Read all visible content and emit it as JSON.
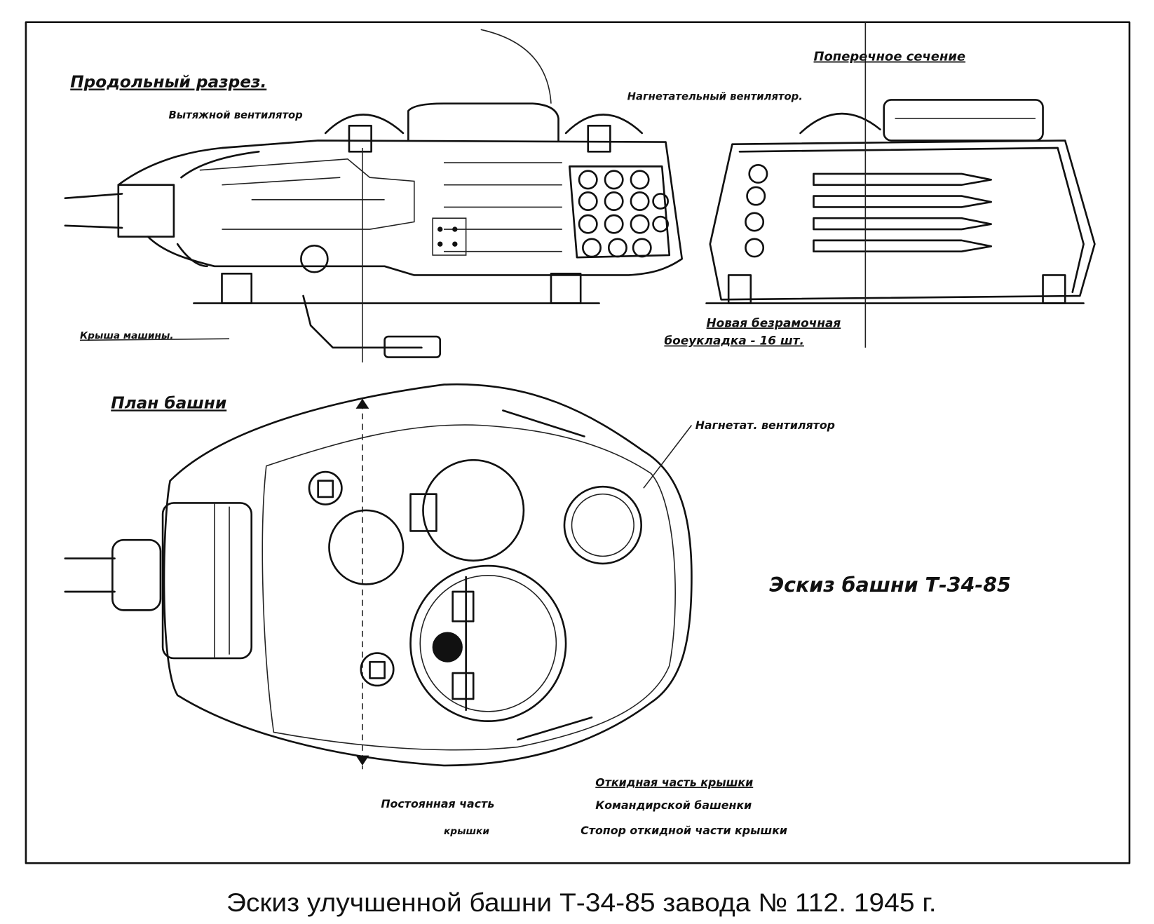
{
  "drawing": {
    "section_long_title": "Продольный разрез.",
    "exhaust_fan": "Вытяжной вентилятор",
    "supply_fan": "Нагнетательный вентилятор.",
    "section_cross_title": "Поперечное сечение",
    "vehicle_roof": "Крыша машины.",
    "ammo_line1": "Новая безрамочная",
    "ammo_line2": "боеукладка - 16 шт.",
    "plan_title": "План башни",
    "supply_fan_short": "Нагнетат. вентилятор",
    "sketch_title": "Эскиз башни Т-34-85",
    "hinged_line1": "Откидная часть крышки",
    "hinged_line2": "Командирской башенки",
    "fixed_line1": "Постоянная часть",
    "fixed_line2": "крышки",
    "stopper": "Стопор откидной части крышки"
  },
  "caption": "Эскиз улучшенной башни Т-34-85 завода № 112. 1945 г."
}
